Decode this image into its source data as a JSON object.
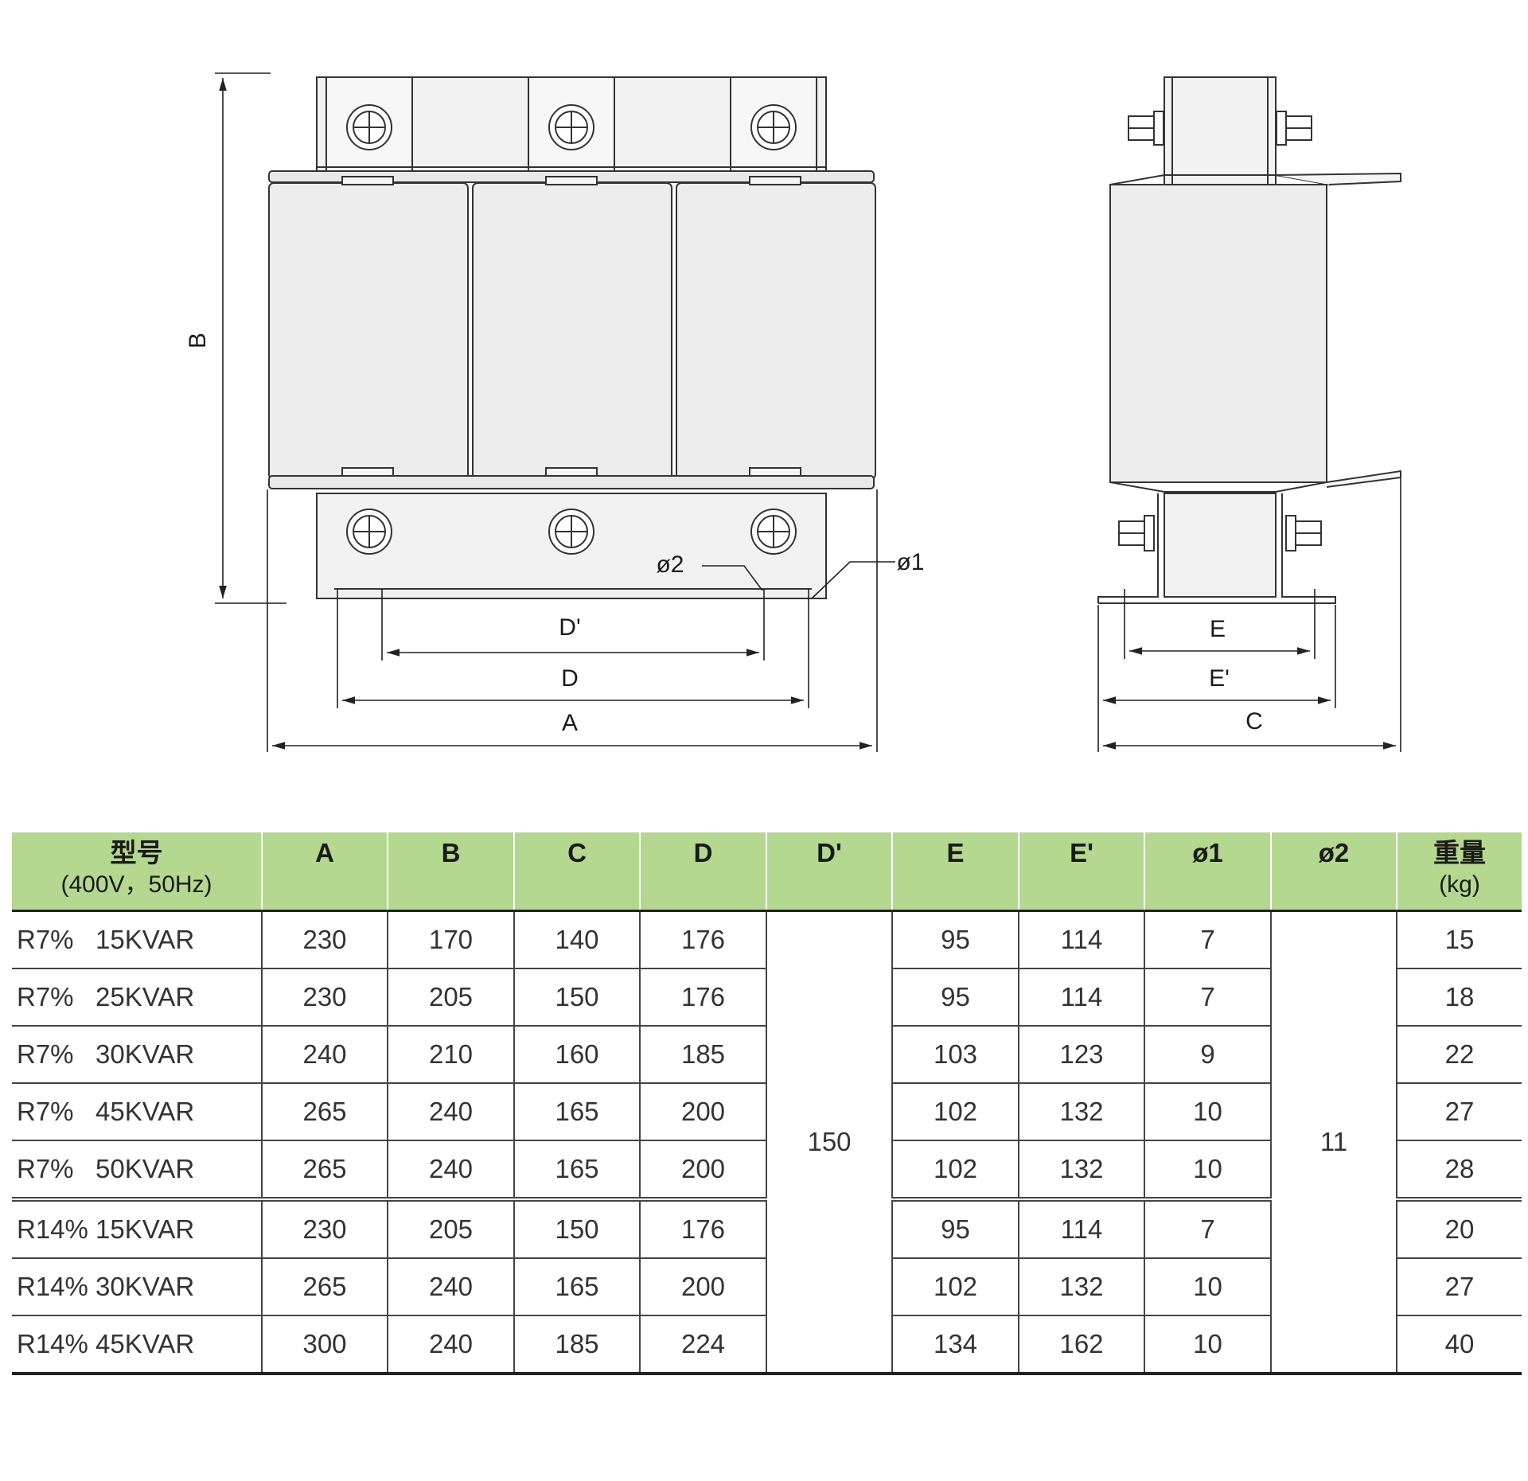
{
  "drawing": {
    "front_labels": {
      "B": "B",
      "D_prime": "D'",
      "D": "D",
      "A": "A",
      "phi2": "ø2",
      "phi1": "ø1"
    },
    "side_labels": {
      "E": "E",
      "E_prime": "E'",
      "C": "C"
    }
  },
  "table": {
    "headers": [
      {
        "main": "型号",
        "sub": "(400V，50Hz)"
      },
      {
        "main": "A",
        "sub": ""
      },
      {
        "main": "B",
        "sub": ""
      },
      {
        "main": "C",
        "sub": ""
      },
      {
        "main": "D",
        "sub": ""
      },
      {
        "main": "D'",
        "sub": ""
      },
      {
        "main": "E",
        "sub": ""
      },
      {
        "main": "E'",
        "sub": ""
      },
      {
        "main": "ø1",
        "sub": ""
      },
      {
        "main": "ø2",
        "sub": ""
      },
      {
        "main": "重量",
        "sub": "(kg)"
      }
    ],
    "shared": {
      "D_prime": "150",
      "phi2": "11"
    },
    "rows": [
      {
        "model": "R7%   15KVAR",
        "A": "230",
        "B": "170",
        "C": "140",
        "D": "176",
        "E": "95",
        "E_prime": "114",
        "phi1": "7",
        "weight": "15"
      },
      {
        "model": "R7%   25KVAR",
        "A": "230",
        "B": "205",
        "C": "150",
        "D": "176",
        "E": "95",
        "E_prime": "114",
        "phi1": "7",
        "weight": "18"
      },
      {
        "model": "R7%   30KVAR",
        "A": "240",
        "B": "210",
        "C": "160",
        "D": "185",
        "E": "103",
        "E_prime": "123",
        "phi1": "9",
        "weight": "22"
      },
      {
        "model": "R7%   45KVAR",
        "A": "265",
        "B": "240",
        "C": "165",
        "D": "200",
        "E": "102",
        "E_prime": "132",
        "phi1": "10",
        "weight": "27"
      },
      {
        "model": "R7%   50KVAR",
        "A": "265",
        "B": "240",
        "C": "165",
        "D": "200",
        "E": "102",
        "E_prime": "132",
        "phi1": "10",
        "weight": "28"
      },
      {
        "model": "R14% 15KVAR",
        "A": "230",
        "B": "205",
        "C": "150",
        "D": "176",
        "E": "95",
        "E_prime": "114",
        "phi1": "7",
        "weight": "20"
      },
      {
        "model": "R14% 30KVAR",
        "A": "265",
        "B": "240",
        "C": "165",
        "D": "200",
        "E": "102",
        "E_prime": "132",
        "phi1": "10",
        "weight": "27"
      },
      {
        "model": "R14% 45KVAR",
        "A": "300",
        "B": "240",
        "C": "185",
        "D": "224",
        "E": "134",
        "E_prime": "162",
        "phi1": "10",
        "weight": "40"
      }
    ]
  }
}
